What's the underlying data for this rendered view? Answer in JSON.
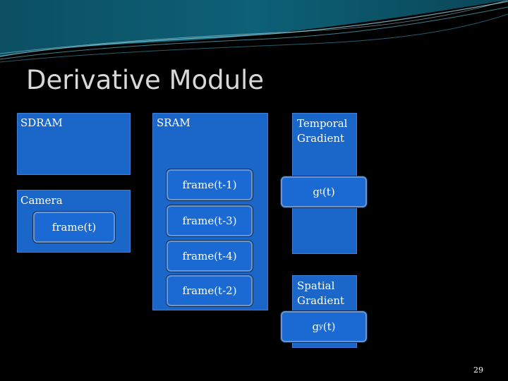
{
  "slide": {
    "title": "Derivative Module",
    "page_number": "29"
  },
  "blocks": {
    "sdram": "SDRAM",
    "sram": "SRAM",
    "camera": "Camera",
    "temporal_gradient": "Temporal\nGradient",
    "spatial_gradient": "Spatial\nGradient"
  },
  "frames": {
    "frame_t": "frame(t)",
    "frame_t1": "frame(t-1)",
    "frame_t3": "frame(t-3)",
    "frame_t4": "frame(t-4)",
    "frame_t2": "frame(t-2)"
  },
  "gradients": {
    "gt_base": "g",
    "gt_sub": "t",
    "gt_arg": "(t)",
    "gy_base": "g",
    "gy_sub": "y",
    "gy_arg": "(t)"
  },
  "colors": {
    "box_blue": "#1a66c9",
    "pill_border": "#6e95c8",
    "background": "#000000"
  }
}
